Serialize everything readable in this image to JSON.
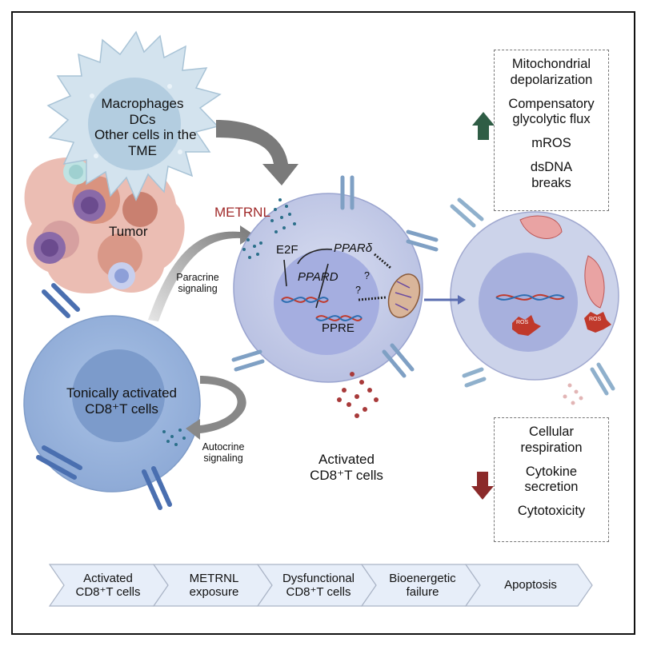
{
  "cells": {
    "source_cell": {
      "line1": "Macrophages",
      "line2": "DCs",
      "line3": "Other cells in the",
      "line4": "TME"
    },
    "tumor": "Tumor",
    "tonic_cell": {
      "line1": "Tonically activated",
      "line2": "CD8⁺T cells"
    },
    "activated_cell": {
      "line1": "Activated",
      "line2": "CD8⁺T cells"
    }
  },
  "molecules": {
    "metrnl": "METRNL",
    "e2f": "E2F",
    "ppard_gene": "PPARD",
    "ppar_delta": "PPARδ",
    "ppre": "PPRE",
    "question": "?",
    "ros": "ROS"
  },
  "signaling": {
    "paracrine": {
      "line1": "Paracrine",
      "line2": "signaling"
    },
    "autocrine": {
      "line1": "Autocrine",
      "line2": "signaling"
    }
  },
  "up_box": {
    "items": [
      {
        "line1": "Mitochondrial",
        "line2": "depolarization"
      },
      {
        "line1": "Compensatory",
        "line2": "glycolytic flux"
      },
      {
        "line1": "mROS",
        "line2": ""
      },
      {
        "line1": "dsDNA",
        "line2": "breaks"
      }
    ]
  },
  "down_box": {
    "items": [
      {
        "line1": "Cellular",
        "line2": "respiration"
      },
      {
        "line1": "Cytokine",
        "line2": "secretion"
      },
      {
        "line1": "Cytotoxicity",
        "line2": ""
      }
    ]
  },
  "timeline": [
    {
      "line1": "Activated",
      "line2": "CD8⁺T cells"
    },
    {
      "line1": "METRNL",
      "line2": "exposure"
    },
    {
      "line1": "Dysfunctional",
      "line2": "CD8⁺T cells"
    },
    {
      "line1": "Bioenergetic",
      "line2": "failure"
    },
    {
      "line1": "Apoptosis",
      "line2": ""
    }
  ],
  "colors": {
    "up_arrow": "#2f5d45",
    "down_arrow": "#8b2a2a",
    "metrnl_text": "#a02a2a",
    "cell_fill": "#c9d1ea",
    "nucleus_fill": "#9aa6d6"
  }
}
